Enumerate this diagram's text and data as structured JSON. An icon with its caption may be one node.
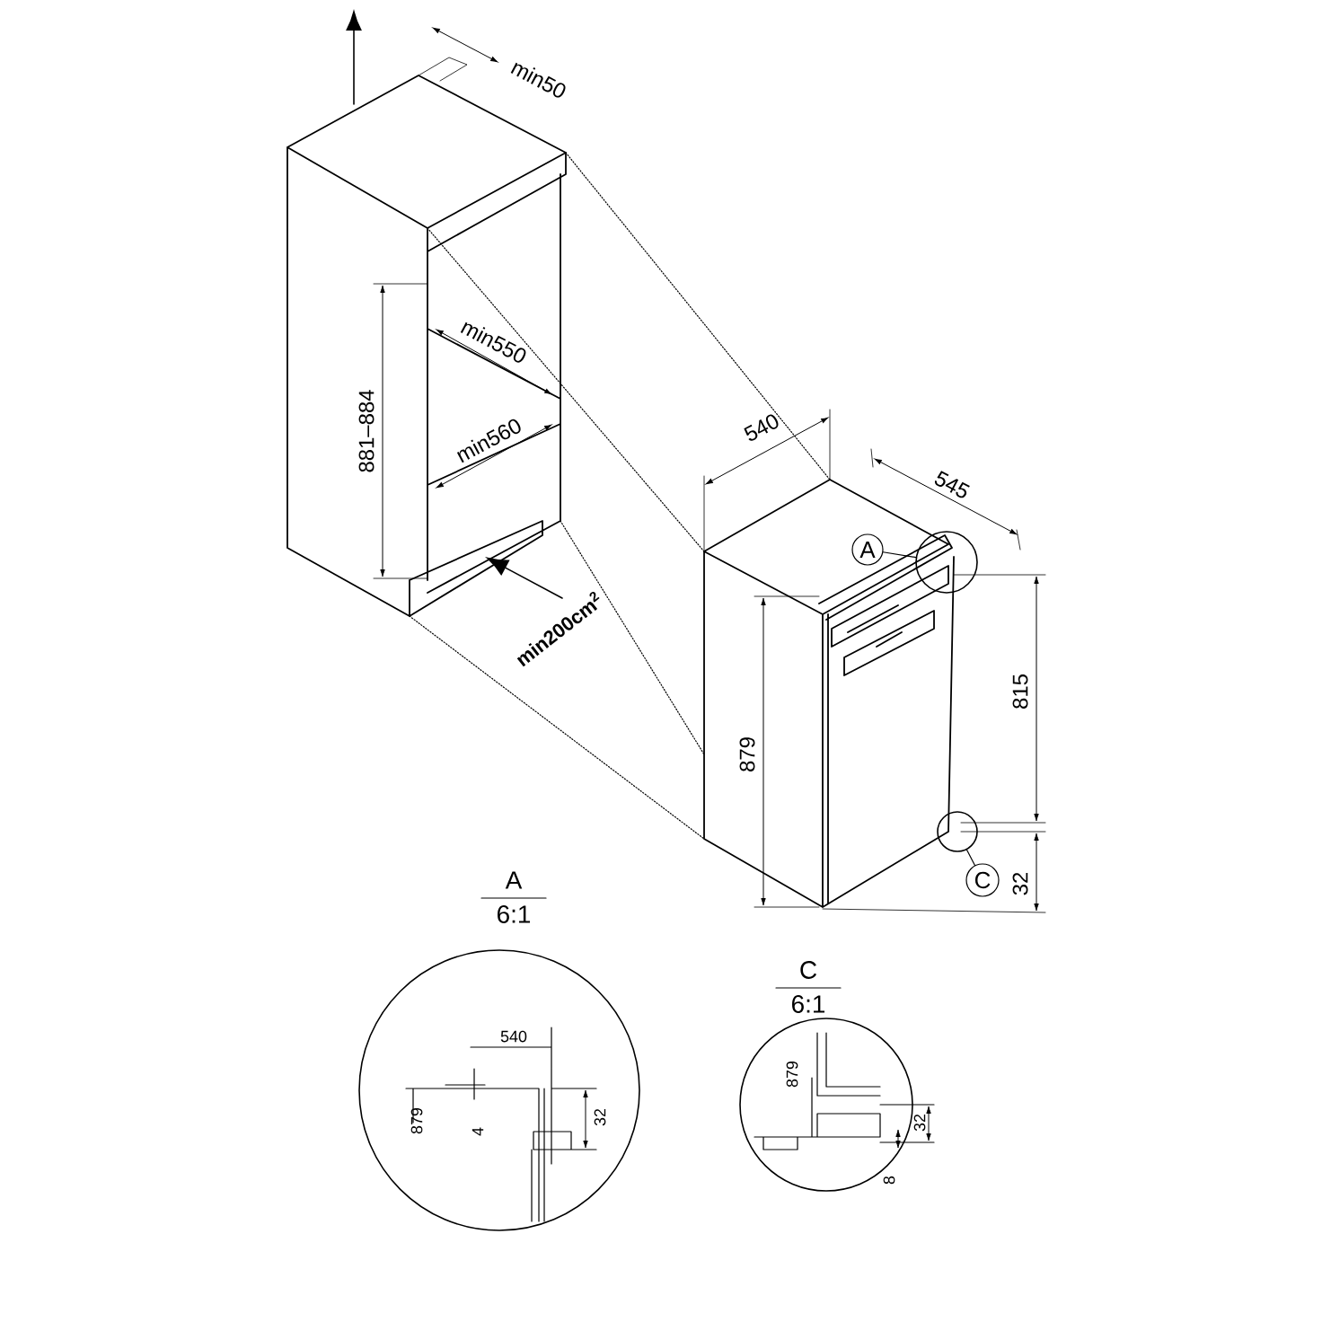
{
  "diagram": {
    "nodes": [
      {
        "text": [],
        "shape": "circle"
      },
      {
        "text": [
          "A"
        ]
      },
      {
        "text": [],
        "shape": "circle"
      },
      {
        "text": [
          "C"
        ]
      },
      {
        "text": [
          "A",
          "6:1"
        ]
      },
      {
        "text": [
          "C",
          "6:1"
        ]
      }
    ],
    "edges": [
      {
        "from": 1,
        "to": 0,
        "arrow": "none"
      },
      {
        "from": 3,
        "to": 2,
        "arrow": "none"
      }
    ],
    "labels": [
      "min50",
      "881–884",
      "min550",
      "min560",
      "min200cm$^{2}$",
      "540",
      "545",
      "815",
      "879",
      "32",
      "540",
      "879",
      "4",
      "32",
      "879",
      "32",
      "8"
    ]
  }
}
